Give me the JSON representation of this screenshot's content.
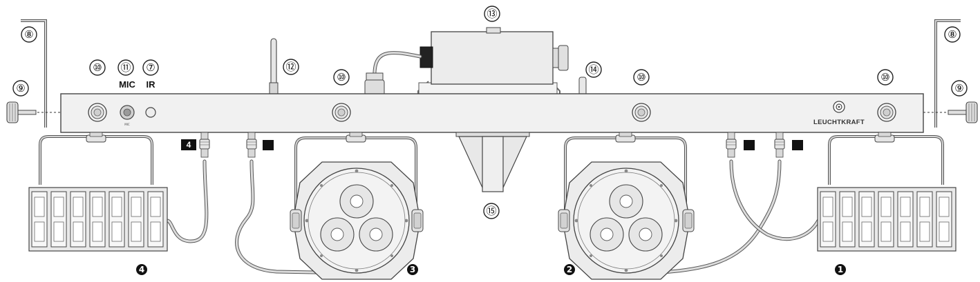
{
  "callouts": {
    "c8_left": "⑧",
    "c9_left": "⑨",
    "c10_a": "⑩",
    "c11": "⑪",
    "c7": "⑦",
    "c12": "⑫",
    "c10_b": "⑩",
    "c13": "⑬",
    "c14": "⑭",
    "c10_c": "⑩",
    "c10_d": "⑩",
    "c8_right": "⑧",
    "c9_right": "⑨",
    "c15": "⑮"
  },
  "labels": {
    "mic": "MIC",
    "ir": "IR",
    "brand": "LEUCHTKRAFT",
    "mic_small": "MIC"
  },
  "plug_labels": {
    "p4": "4"
  },
  "badges": {
    "b1": "1",
    "b2": "2",
    "b3": "3",
    "b4": "4"
  }
}
